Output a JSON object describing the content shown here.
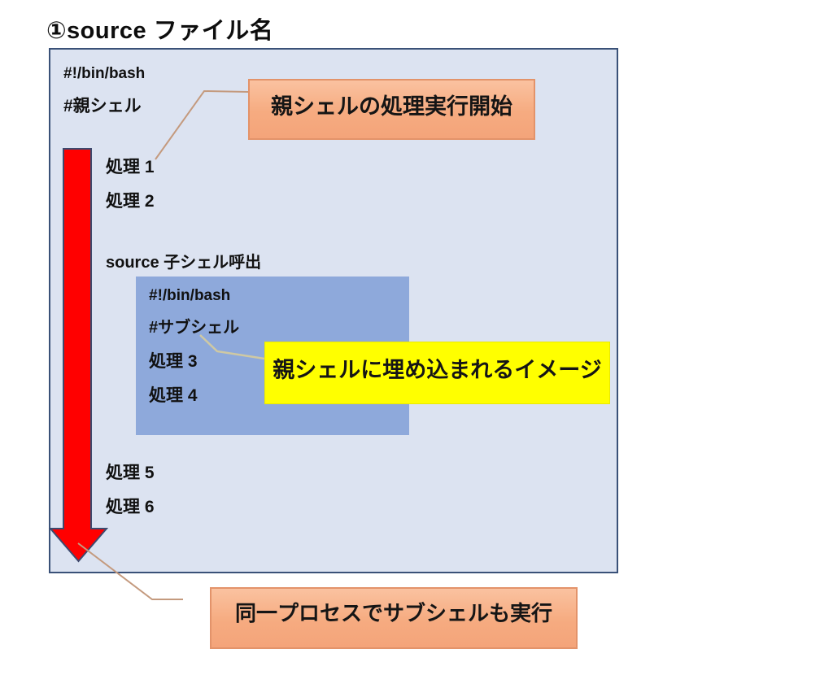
{
  "title": "①source ファイル名",
  "parent_shell": {
    "shebang": "#!/bin/bash",
    "comment": "#親シェル",
    "step1": "処理 1",
    "step2": "処理 2",
    "source_call": "source 子シェル呼出",
    "step5": "処理 5",
    "step6": "処理 6"
  },
  "subshell": {
    "shebang": "#!/bin/bash",
    "comment": "#サブシェル",
    "step3": "処理 3",
    "step4": "処理 4"
  },
  "callouts": {
    "start": "親シェルの処理実行開始",
    "embedded": "親シェルに埋め込まれるイメージ",
    "same_process": "同一プロセスでサブシェルも実行"
  },
  "icons": {
    "flow_arrow": "red-downward-execution-arrow"
  },
  "colors": {
    "outer_box_fill": "#dce3f1",
    "outer_box_border": "#3a5178",
    "inner_box_fill": "#8ea9db",
    "arrow_fill": "#ff0000",
    "arrow_border": "#3d4a6e",
    "callout_orange_fill": "#f6ab80",
    "callout_orange_border": "#e3936a",
    "callout_yellow_fill": "#ffff00",
    "connector_line": "#c49a7e",
    "connector_line_light": "#cfc9a3"
  }
}
